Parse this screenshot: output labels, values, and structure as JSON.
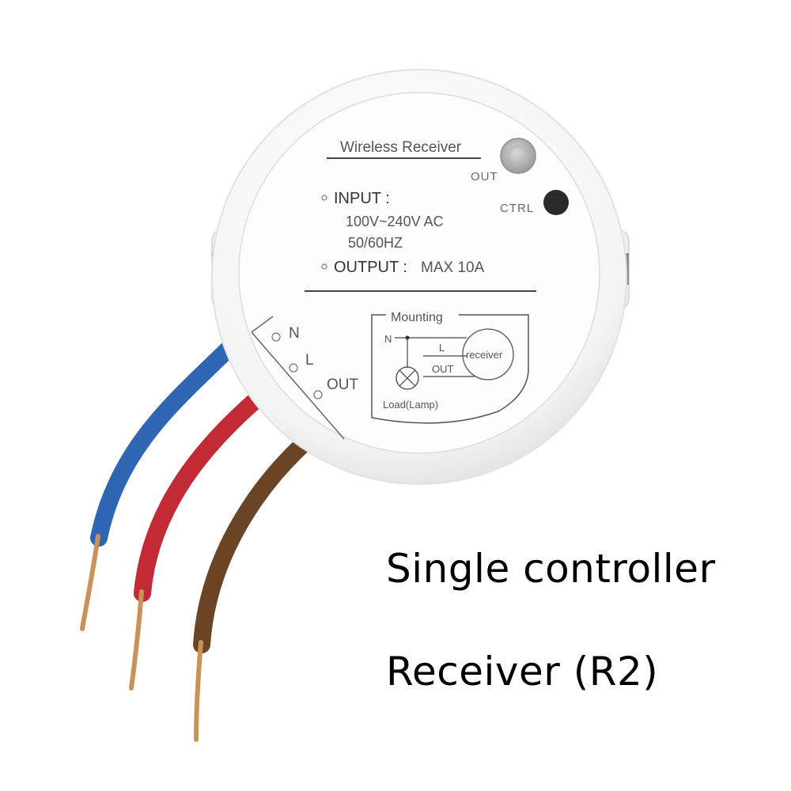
{
  "device": {
    "title": "Wireless Receiver",
    "out_button_label": "OUT",
    "ctrl_button_label": "CTRL",
    "input_label": "INPUT :",
    "input_voltage": "100V~240V AC",
    "input_frequency": "50/60HZ",
    "output_label": "OUTPUT :",
    "output_value": "MAX 10A",
    "terminals": [
      "N",
      "L",
      "OUT"
    ],
    "diagram": {
      "title": "Mounting",
      "n": "N",
      "l": "L",
      "out": "OUT",
      "receiver": "receiver",
      "load": "Load(Lamp)"
    }
  },
  "wires": [
    {
      "terminal": "N",
      "color": "#2f66b3"
    },
    {
      "terminal": "L",
      "color": "#c22a35"
    },
    {
      "terminal": "OUT",
      "color": "#6b4426"
    }
  ],
  "caption": {
    "line1": "Single controller",
    "line2": "Receiver (R2)"
  }
}
